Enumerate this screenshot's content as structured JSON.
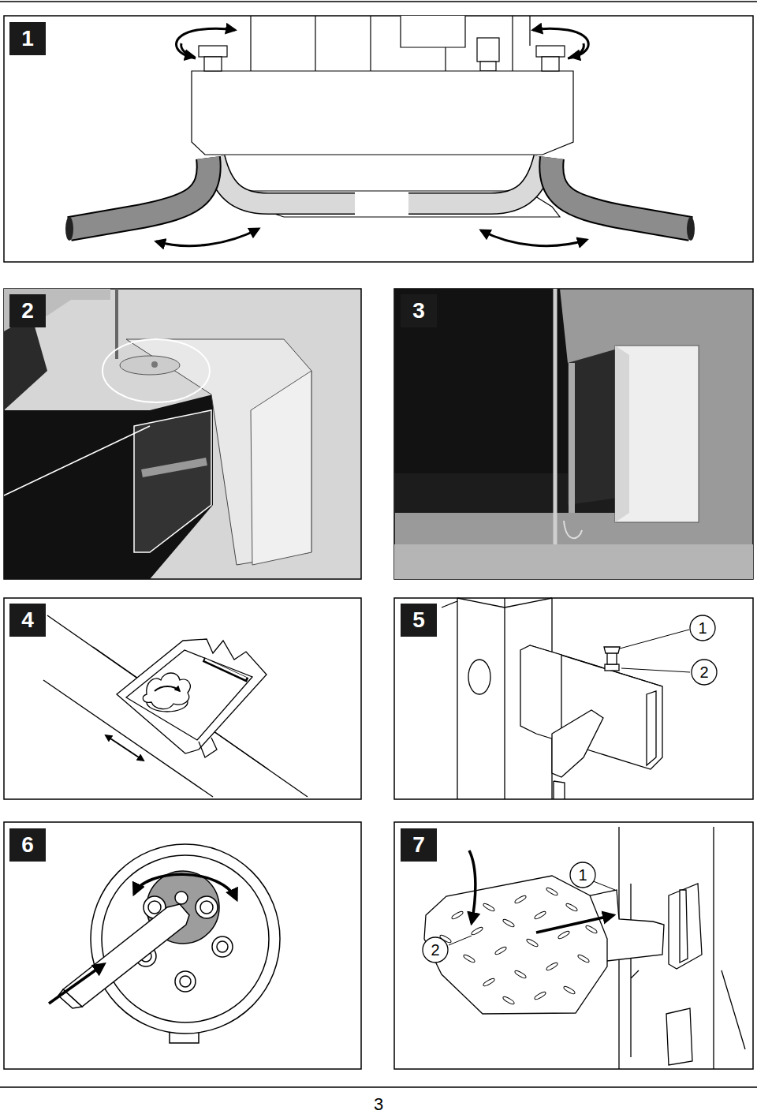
{
  "diagram": {
    "nodes": [
      {
        "text": [
          "1"
        ]
      },
      {
        "text": [
          "2"
        ]
      },
      {
        "text": [
          "3"
        ]
      },
      {
        "text": [
          "4"
        ]
      },
      {
        "text": [
          "5"
        ]
      },
      {
        "text": [
          "1"
        ]
      },
      {
        "text": [
          "2"
        ]
      },
      {
        "text": [
          "6"
        ]
      },
      {
        "text": [
          "7"
        ]
      },
      {
        "text": [
          "1"
        ]
      },
      {
        "text": [
          "2"
        ]
      }
    ],
    "edges": [],
    "labels": [
      "3"
    ]
  }
}
